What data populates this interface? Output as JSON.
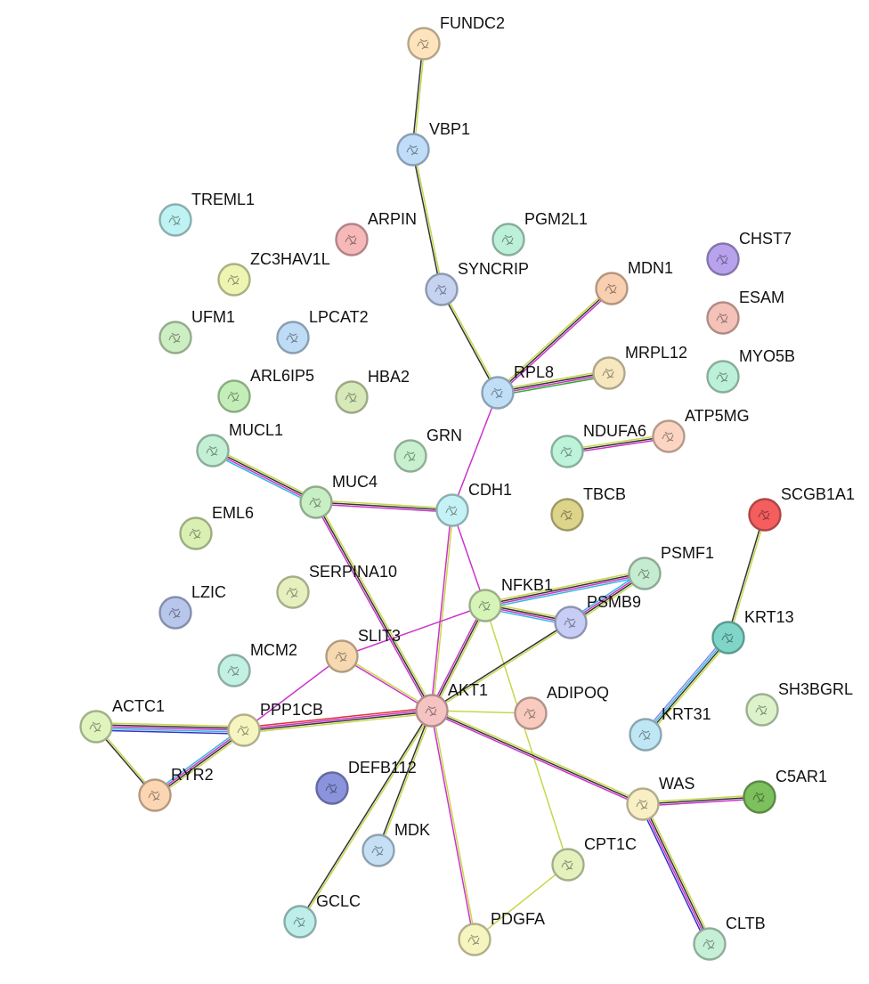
{
  "nodes": [
    {
      "id": "FUNDC2",
      "fill": "#fde4bd"
    },
    {
      "id": "VBP1",
      "fill": "#bfdcf8"
    },
    {
      "id": "TREML1",
      "fill": "#bff2f3"
    },
    {
      "id": "ARPIN",
      "fill": "#f6b8b8"
    },
    {
      "id": "PGM2L1",
      "fill": "#bdf0d9"
    },
    {
      "id": "ZC3HAV1L",
      "fill": "#eef5b2"
    },
    {
      "id": "SYNCRIP",
      "fill": "#c5d3f1"
    },
    {
      "id": "MDN1",
      "fill": "#f8cfb0"
    },
    {
      "id": "CHST7",
      "fill": "#b8a2ee"
    },
    {
      "id": "ESAM",
      "fill": "#f4c2b8"
    },
    {
      "id": "UFM1",
      "fill": "#cdeec2"
    },
    {
      "id": "LPCAT2",
      "fill": "#bedcf6"
    },
    {
      "id": "MRPL12",
      "fill": "#f6e7bf"
    },
    {
      "id": "MYO5B",
      "fill": "#bdf0d9"
    },
    {
      "id": "ARL6IP5",
      "fill": "#c3eeb8"
    },
    {
      "id": "HBA2",
      "fill": "#d7e9b8"
    },
    {
      "id": "RPL8",
      "fill": "#c0dff7"
    },
    {
      "id": "MUCL1",
      "fill": "#c3f0d4"
    },
    {
      "id": "GRN",
      "fill": "#c8f0cf"
    },
    {
      "id": "NDUFA6",
      "fill": "#bdf3d9"
    },
    {
      "id": "ATP5MG",
      "fill": "#fcd5c2"
    },
    {
      "id": "MUC4",
      "fill": "#c8eec3"
    },
    {
      "id": "CDH1",
      "fill": "#c5f3f5"
    },
    {
      "id": "TBCB",
      "fill": "#dcd48a"
    },
    {
      "id": "SCGB1A1",
      "fill": "#f45e5e"
    },
    {
      "id": "EML6",
      "fill": "#daf0b3"
    },
    {
      "id": "SERPINA10",
      "fill": "#e6f0be"
    },
    {
      "id": "PSMF1",
      "fill": "#c5ecd0"
    },
    {
      "id": "NFKB1",
      "fill": "#d6f3b8"
    },
    {
      "id": "LZIC",
      "fill": "#b8c6ec"
    },
    {
      "id": "PSMB9",
      "fill": "#c7cdf5"
    },
    {
      "id": "KRT13",
      "fill": "#7fd6c8"
    },
    {
      "id": "SLIT3",
      "fill": "#f6d9b1"
    },
    {
      "id": "MCM2",
      "fill": "#c2f0e2"
    },
    {
      "id": "AKT1",
      "fill": "#f6c3c3"
    },
    {
      "id": "ADIPOQ",
      "fill": "#f8cbbe"
    },
    {
      "id": "SH3BGRL",
      "fill": "#dcf2cb"
    },
    {
      "id": "ACTC1",
      "fill": "#e0f5bd"
    },
    {
      "id": "PPP1CB",
      "fill": "#f6f5bf"
    },
    {
      "id": "KRT31",
      "fill": "#bfe6f4"
    },
    {
      "id": "DEFB112",
      "fill": "#8b93dc"
    },
    {
      "id": "RYR2",
      "fill": "#fcd6b3"
    },
    {
      "id": "WAS",
      "fill": "#f8efc4"
    },
    {
      "id": "C5AR1",
      "fill": "#7dc05e"
    },
    {
      "id": "MDK",
      "fill": "#c5e0f4"
    },
    {
      "id": "CPT1C",
      "fill": "#e4f1bc"
    },
    {
      "id": "GCLC",
      "fill": "#bdeee9"
    },
    {
      "id": "PDGFA",
      "fill": "#f6f5bf"
    },
    {
      "id": "CLTB",
      "fill": "#c6f0d6"
    }
  ],
  "edges": [
    {
      "from": "FUNDC2",
      "to": "VBP1",
      "colors": [
        "#c8d64a",
        "#333333"
      ]
    },
    {
      "from": "VBP1",
      "to": "SYNCRIP",
      "colors": [
        "#c8d64a",
        "#333333"
      ]
    },
    {
      "from": "SYNCRIP",
      "to": "RPL8",
      "colors": [
        "#c8d64a",
        "#333333"
      ]
    },
    {
      "from": "RPL8",
      "to": "MDN1",
      "colors": [
        "#c8d64a",
        "#333333",
        "#cc33cc"
      ]
    },
    {
      "from": "RPL8",
      "to": "MRPL12",
      "colors": [
        "#c8d64a",
        "#333333",
        "#cc33cc",
        "#33aa33"
      ]
    },
    {
      "from": "RPL8",
      "to": "CDH1",
      "colors": [
        "#cc33cc"
      ]
    },
    {
      "from": "NDUFA6",
      "to": "ATP5MG",
      "colors": [
        "#c8d64a",
        "#333333",
        "#cc33cc"
      ]
    },
    {
      "from": "MUCL1",
      "to": "MUC4",
      "colors": [
        "#c8d64a",
        "#333333",
        "#cc33cc",
        "#33bbdd"
      ]
    },
    {
      "from": "MUC4",
      "to": "CDH1",
      "colors": [
        "#c8d64a",
        "#333333",
        "#cc33cc"
      ]
    },
    {
      "from": "MUC4",
      "to": "AKT1",
      "colors": [
        "#c8d64a",
        "#333333",
        "#cc33cc"
      ]
    },
    {
      "from": "CDH1",
      "to": "AKT1",
      "colors": [
        "#c8d64a",
        "#cc33cc"
      ]
    },
    {
      "from": "CDH1",
      "to": "NFKB1",
      "colors": [
        "#cc33cc"
      ]
    },
    {
      "from": "SCGB1A1",
      "to": "KRT13",
      "colors": [
        "#c8d64a",
        "#333333"
      ]
    },
    {
      "from": "KRT13",
      "to": "KRT31",
      "colors": [
        "#c8d64a",
        "#333333",
        "#33bbdd",
        "#8888ee"
      ]
    },
    {
      "from": "NFKB1",
      "to": "PSMF1",
      "colors": [
        "#c8d64a",
        "#333333",
        "#cc33cc",
        "#33bbdd"
      ]
    },
    {
      "from": "NFKB1",
      "to": "PSMB9",
      "colors": [
        "#c8d64a",
        "#333333",
        "#cc33cc",
        "#33bbdd"
      ]
    },
    {
      "from": "PSMF1",
      "to": "PSMB9",
      "colors": [
        "#c8d64a",
        "#333333",
        "#cc33cc",
        "#33bbdd"
      ]
    },
    {
      "from": "NFKB1",
      "to": "AKT1",
      "colors": [
        "#c8d64a",
        "#333333",
        "#cc33cc"
      ]
    },
    {
      "from": "NFKB1",
      "to": "SLIT3",
      "colors": [
        "#cc33cc"
      ]
    },
    {
      "from": "NFKB1",
      "to": "CPT1C",
      "colors": [
        "#c8d64a"
      ]
    },
    {
      "from": "PSMB9",
      "to": "AKT1",
      "colors": [
        "#c8d64a",
        "#333333"
      ]
    },
    {
      "from": "SLIT3",
      "to": "AKT1",
      "colors": [
        "#c8d64a",
        "#cc33cc"
      ]
    },
    {
      "from": "SLIT3",
      "to": "PPP1CB",
      "colors": [
        "#cc33cc"
      ]
    },
    {
      "from": "AKT1",
      "to": "ADIPOQ",
      "colors": [
        "#c8d64a"
      ]
    },
    {
      "from": "AKT1",
      "to": "PPP1CB",
      "colors": [
        "#c8d64a",
        "#333333",
        "#cc33cc",
        "#dd3333"
      ]
    },
    {
      "from": "ACTC1",
      "to": "PPP1CB",
      "colors": [
        "#c8d64a",
        "#333333",
        "#cc33cc",
        "#33bbdd",
        "#3333cc"
      ]
    },
    {
      "from": "ACTC1",
      "to": "RYR2",
      "colors": [
        "#c8d64a",
        "#333333"
      ]
    },
    {
      "from": "PPP1CB",
      "to": "RYR2",
      "colors": [
        "#c8d64a",
        "#333333",
        "#cc33cc",
        "#33bbdd"
      ]
    },
    {
      "from": "AKT1",
      "to": "WAS",
      "colors": [
        "#c8d64a",
        "#333333",
        "#cc33cc"
      ]
    },
    {
      "from": "WAS",
      "to": "C5AR1",
      "colors": [
        "#c8d64a",
        "#333333",
        "#cc33cc"
      ]
    },
    {
      "from": "WAS",
      "to": "CLTB",
      "colors": [
        "#c8d64a",
        "#333333",
        "#cc33cc",
        "#3333cc"
      ]
    },
    {
      "from": "AKT1",
      "to": "MDK",
      "colors": [
        "#c8d64a",
        "#333333"
      ]
    },
    {
      "from": "AKT1",
      "to": "GCLC",
      "colors": [
        "#c8d64a",
        "#333333"
      ]
    },
    {
      "from": "AKT1",
      "to": "PDGFA",
      "colors": [
        "#c8d64a",
        "#cc33cc"
      ]
    },
    {
      "from": "CPT1C",
      "to": "PDGFA",
      "colors": [
        "#c8d64a"
      ]
    }
  ]
}
